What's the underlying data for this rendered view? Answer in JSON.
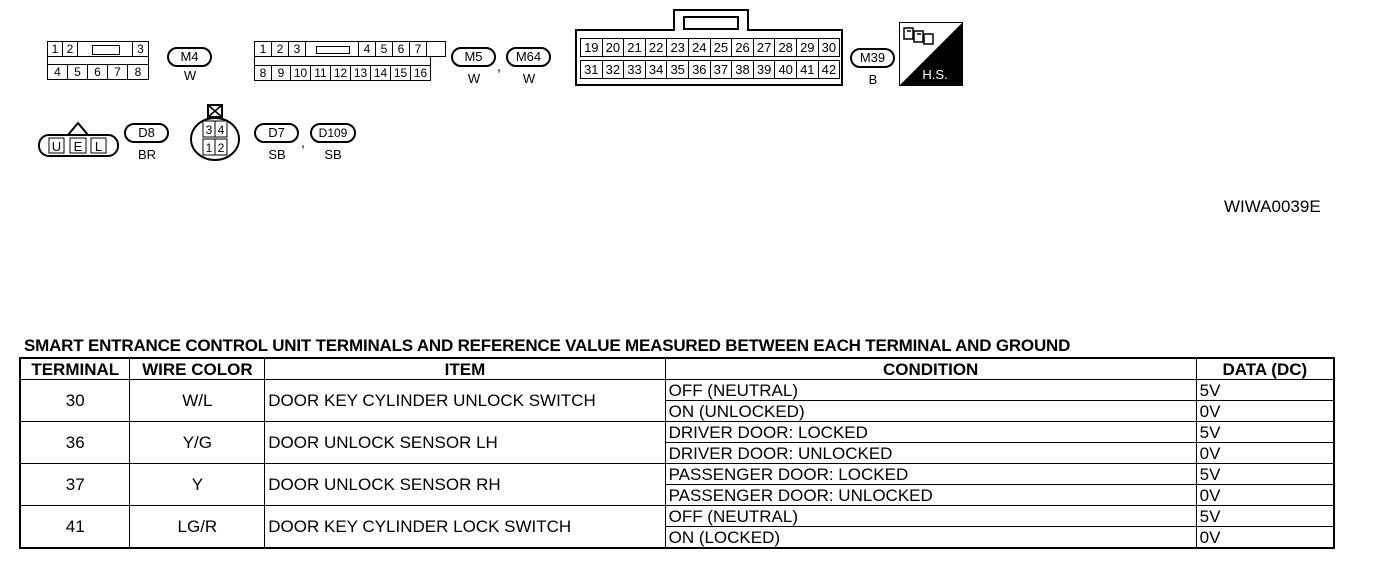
{
  "figure_code": "WIWA0039E",
  "connectors": {
    "m4": {
      "id": "M4",
      "color": "W",
      "top": [
        "1",
        "2",
        "3"
      ],
      "bottom": [
        "4",
        "5",
        "6",
        "7",
        "8"
      ]
    },
    "m5": {
      "id": "M5",
      "color": "W",
      "top": [
        "1",
        "2",
        "3",
        "4",
        "5",
        "6",
        "7"
      ],
      "bottom": [
        "8",
        "9",
        "10",
        "11",
        "12",
        "13",
        "14",
        "15",
        "16"
      ]
    },
    "m64": {
      "id": "M64",
      "color": "W"
    },
    "m39": {
      "id": "M39",
      "color": "B",
      "top": [
        "19",
        "20",
        "21",
        "22",
        "23",
        "24",
        "25",
        "26",
        "27",
        "28",
        "29",
        "30"
      ],
      "bottom": [
        "31",
        "32",
        "33",
        "34",
        "35",
        "36",
        "37",
        "38",
        "39",
        "40",
        "41",
        "42"
      ]
    },
    "hs_label": "H.S.",
    "d8": {
      "id": "D8",
      "color": "BR",
      "pins": [
        "U",
        "E",
        "L"
      ]
    },
    "d7": {
      "id": "D7",
      "color": "SB",
      "pins": [
        "3",
        "4",
        "1",
        "2"
      ]
    },
    "d109": {
      "id": "D109",
      "color": "SB"
    },
    "comma": ","
  },
  "table": {
    "title": "SMART ENTRANCE CONTROL UNIT TERMINALS AND REFERENCE VALUE MEASURED BETWEEN EACH TERMINAL AND GROUND",
    "headers": [
      "TERMINAL",
      "WIRE COLOR",
      "ITEM",
      "CONDITION",
      "DATA (DC)"
    ],
    "rows": [
      {
        "terminal": "30",
        "wire": "W/L",
        "item": "DOOR KEY CYLINDER UNLOCK SWITCH",
        "conditions": [
          {
            "condition": "OFF (NEUTRAL)",
            "data": "5V"
          },
          {
            "condition": "ON (UNLOCKED)",
            "data": "0V"
          }
        ]
      },
      {
        "terminal": "36",
        "wire": "Y/G",
        "item": "DOOR UNLOCK SENSOR LH",
        "conditions": [
          {
            "condition": "DRIVER DOOR: LOCKED",
            "data": "5V"
          },
          {
            "condition": "DRIVER DOOR: UNLOCKED",
            "data": "0V"
          }
        ]
      },
      {
        "terminal": "37",
        "wire": "Y",
        "item": "DOOR UNLOCK SENSOR RH",
        "conditions": [
          {
            "condition": "PASSENGER DOOR: LOCKED",
            "data": "5V"
          },
          {
            "condition": "PASSENGER DOOR: UNLOCKED",
            "data": "0V"
          }
        ]
      },
      {
        "terminal": "41",
        "wire": "LG/R",
        "item": "DOOR KEY CYLINDER LOCK SWITCH",
        "conditions": [
          {
            "condition": "OFF (NEUTRAL)",
            "data": "5V"
          },
          {
            "condition": "ON (LOCKED)",
            "data": "0V"
          }
        ]
      }
    ]
  }
}
